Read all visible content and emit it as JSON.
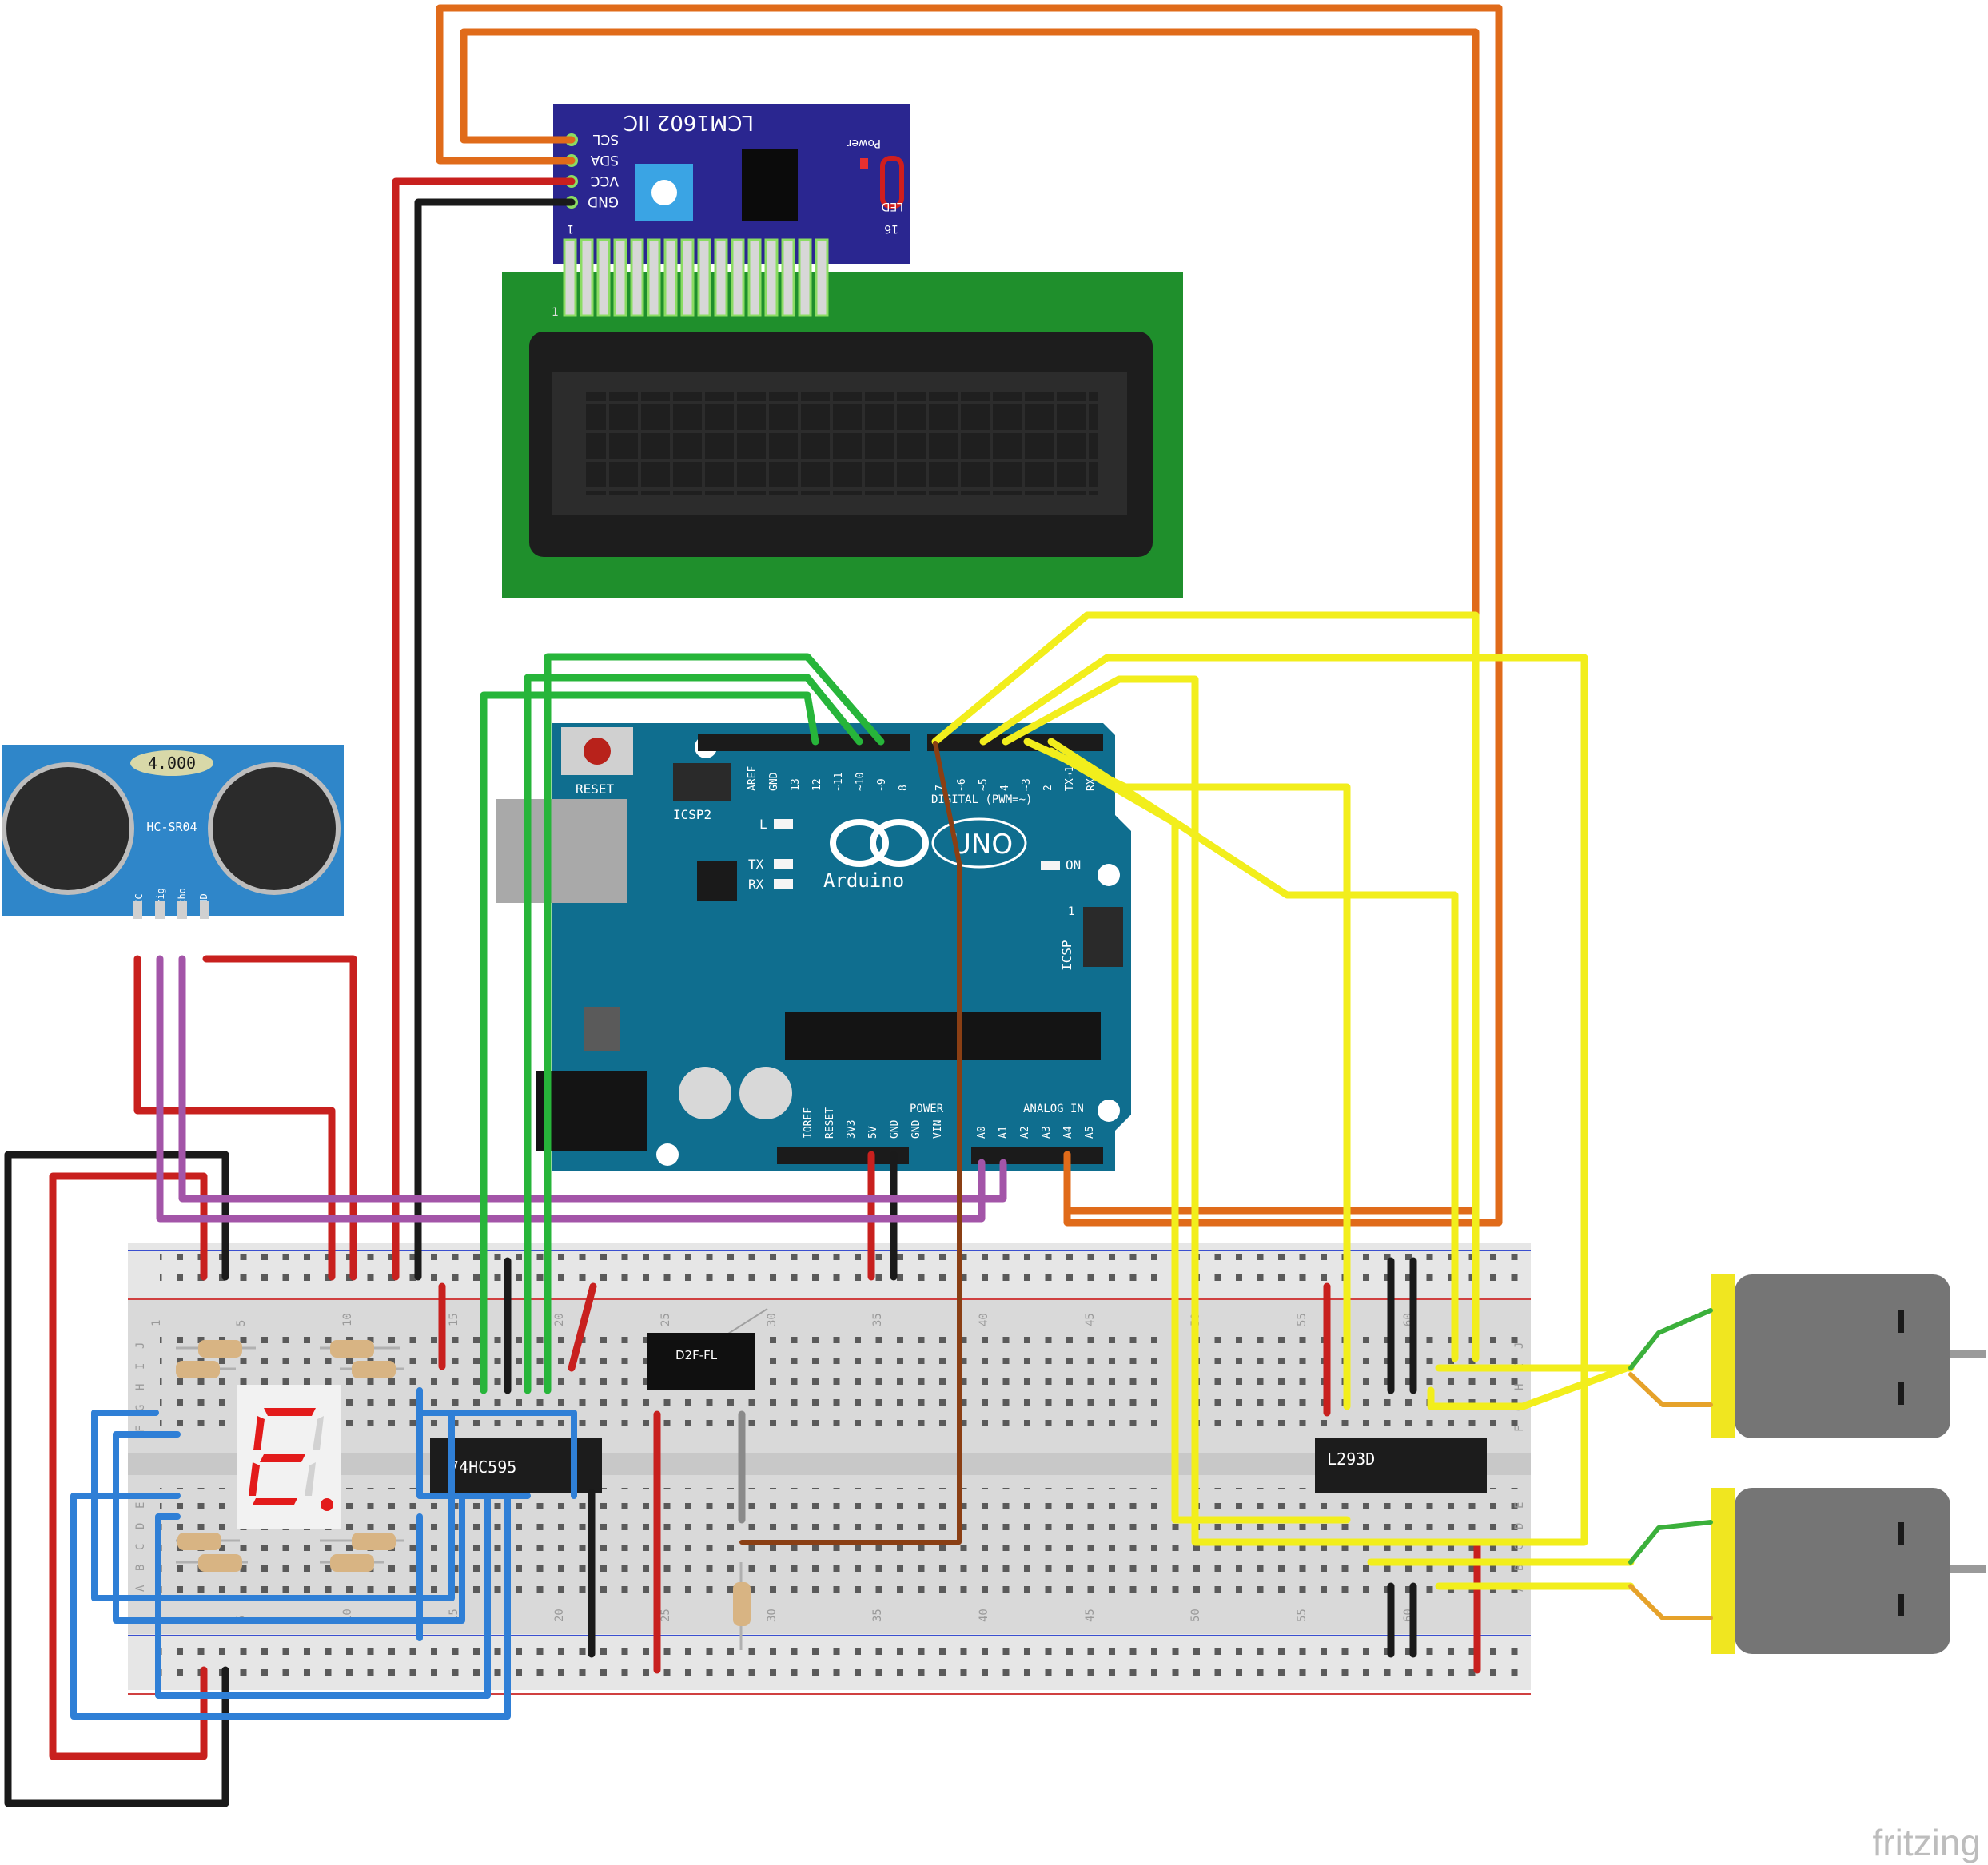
{
  "lcd_module": {
    "title": "LCM1602 IIC",
    "pins": [
      "SCL",
      "SDA",
      "VCC",
      "GND"
    ],
    "power_label": "Power",
    "led_label": "LED",
    "pin16_label": "16",
    "pin1_label": "1"
  },
  "lcd_pin1_label": "1",
  "sensor": {
    "display_value": "4.000",
    "model": "HC-SR04",
    "pins": [
      "VCC",
      "Trig",
      "Echo",
      "GND"
    ]
  },
  "arduino": {
    "reset_label": "RESET",
    "icsp2_label": "ICSP2",
    "icsp_label": "ICSP",
    "icsp_pin1": "1",
    "brand": "Arduino",
    "model": "UNO",
    "l_label": "L",
    "tx_label": "TX",
    "rx_label": "RX",
    "on_label": "ON",
    "digital_label": "DIGITAL (PWM=~)",
    "power_label": "POWER",
    "analog_label": "ANALOG IN",
    "digital_pins": [
      "AREF",
      "GND",
      "13",
      "12",
      "~11",
      "~10",
      "~9",
      "8",
      "7",
      "~6",
      "~5",
      "4",
      "~3",
      "2",
      "TX→1",
      "RX←0"
    ],
    "power_pins": [
      "IOREF",
      "RESET",
      "3V3",
      "5V",
      "GND",
      "GND",
      "VIN"
    ],
    "analog_pins": [
      "A0",
      "A1",
      "A2",
      "A3",
      "A4",
      "A5"
    ]
  },
  "breadboard": {
    "col_numbers": [
      "1",
      "5",
      "10",
      "15",
      "20",
      "25",
      "30",
      "35",
      "40",
      "45",
      "50",
      "55",
      "60"
    ],
    "top_rows": [
      "J",
      "I",
      "H",
      "G",
      "F"
    ],
    "bottom_rows": [
      "E",
      "D",
      "C",
      "B",
      "A"
    ]
  },
  "chips": {
    "shift_register": "74HC595",
    "motor_driver": "L293D",
    "switch": "D2F-FL"
  },
  "watermark": "fritzing",
  "colors": {
    "wire_red": "#c8201e",
    "wire_black": "#1a1a1a",
    "wire_orange": "#e06b1a",
    "wire_yellow": "#f2ee1c",
    "wire_green": "#27b53a",
    "wire_blue": "#2f7fd6",
    "wire_purple": "#a355a8",
    "wire_brown": "#8a3f14",
    "arduino_board": "#0f6e8f",
    "lcd_green": "#1f8f2c",
    "i2c_board": "#2a2690",
    "sensor_blue": "#2f86c9",
    "motor_yellow": "#f0e620"
  }
}
